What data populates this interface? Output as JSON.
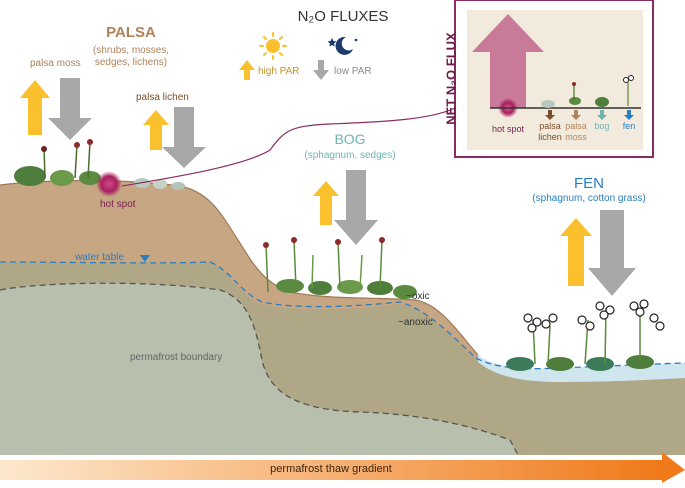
{
  "legend": {
    "title": "N₂O FLUXES",
    "high_par": "high PAR",
    "low_par": "low PAR"
  },
  "palsa": {
    "title": "PALSA",
    "subtitle_line1": "(shrubs, mosses,",
    "subtitle_line2": "sedges, lichens)",
    "moss_label": "palsa moss",
    "lichen_label": "palsa lichen",
    "hot_spot_label": "hot spot"
  },
  "bog": {
    "title": "BOG",
    "subtitle": "(sphagnum, sedges)",
    "oxic_label": "~oxic",
    "anoxic_label": "~anoxic"
  },
  "fen": {
    "title": "FEN",
    "subtitle": "(sphagnum, cotton grass)"
  },
  "landscape": {
    "water_table_label": "water table",
    "permafrost_boundary_label": "permafrost boundary",
    "gradient_label": "permafrost thaw gradient"
  },
  "inset": {
    "axis_label": "NET N₂O FLUX",
    "categories": [
      "hot spot",
      "palsa lichen",
      "palsa moss",
      "bog",
      "fen"
    ],
    "category_lines": {
      "hot_spot": "hot spot",
      "palsa_lichen_1": "palsa",
      "palsa_lichen_2": "lichen",
      "palsa_moss_1": "palsa",
      "palsa_moss_2": "moss",
      "bog": "bog",
      "fen": "fen"
    }
  },
  "colors": {
    "high_par_arrow": "#fbc02d",
    "low_par_arrow": "#a8a8a8",
    "palsa": "#b0825a",
    "bog": "#6fb5b5",
    "fen": "#2a7ec0",
    "hot_spot": "#b0306e",
    "inset_border": "#8b2b63",
    "inset_big_arrow": "#c87a98",
    "gradient_start": "#fde5c8",
    "gradient_end": "#f07a1a"
  },
  "icons": [
    "sun-icon",
    "moon-stars-icon",
    "up-arrow-icon",
    "down-arrow-icon"
  ]
}
